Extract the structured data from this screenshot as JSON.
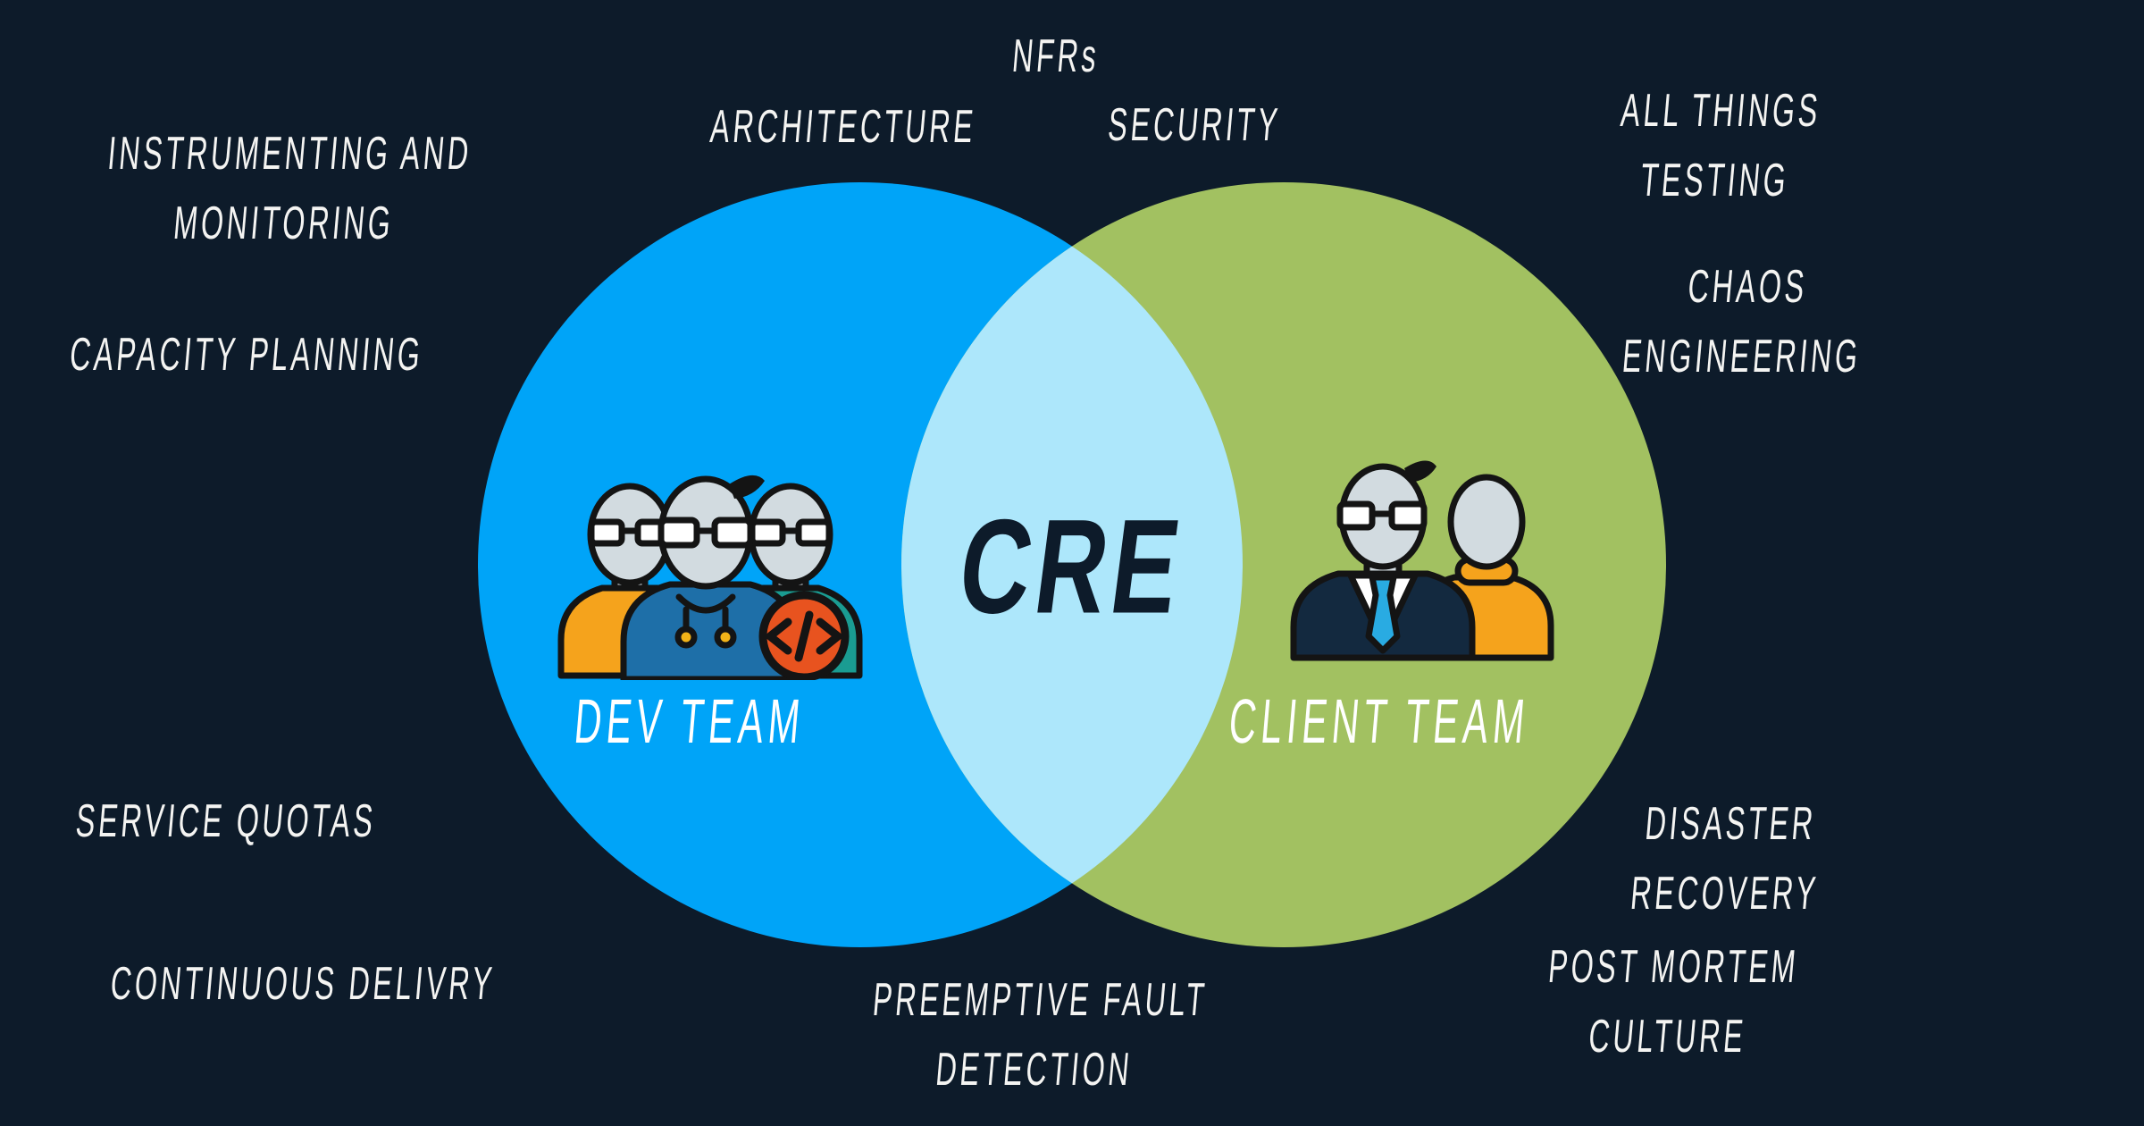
{
  "title": "CRE shared responsibilities venn diagram",
  "colors": {
    "background": "#0D1B2A",
    "dev_circle": "#00A4F8",
    "client_circle": "#A2C161",
    "overlap": "#ADE7FB",
    "label_text": "#F4F4F2",
    "cre_text": "#0D1B2A"
  },
  "icon_colors": {
    "face": "#D2DBE0",
    "outline": "#141414",
    "hoodie_orange": "#F5A31C",
    "hoodie_blue": "#1E6FA8",
    "hoodie_teal": "#1A9C92",
    "drawstring_gold": "#F2B318",
    "badge_red": "#E8531F",
    "suit_navy": "#13293F",
    "shirt_white": "#FFFFFF",
    "tie_blue": "#29ABE2",
    "sweater_orange": "#F5A31C",
    "lens_white": "#FFFFFF"
  },
  "venn": {
    "center_label": "CRE",
    "left_label": "DEV TEAM",
    "right_label": "CLIENT TEAM"
  },
  "labels": {
    "nfrs": "NFRs",
    "architecture": "ARCHITECTURE",
    "security": "SECURITY",
    "all_things_testing": "ALL THINGS TESTING",
    "instrumenting_and_monitoring": "INSTRUMENTING AND\nMONITORING",
    "chaos_engineering": "CHAOS ENGINEERING",
    "capacity_planning": "CAPACITY PLANNING",
    "service_quotas": "SERVICE QUOTAS",
    "disaster_recovery": "DISASTER RECOVERY",
    "continuous_delivry": "CONTINUOUS DELIVRY",
    "preemptive_fault_detection": "PREEMPTIVE FAULT\nDETECTION",
    "post_mortem_culture": "POST MORTEM CULTURE"
  },
  "icons": {
    "dev_team": "three developers with glasses and code badge",
    "client_team": "business client pair with glasses and tie",
    "code_badge_glyph": "</>"
  }
}
